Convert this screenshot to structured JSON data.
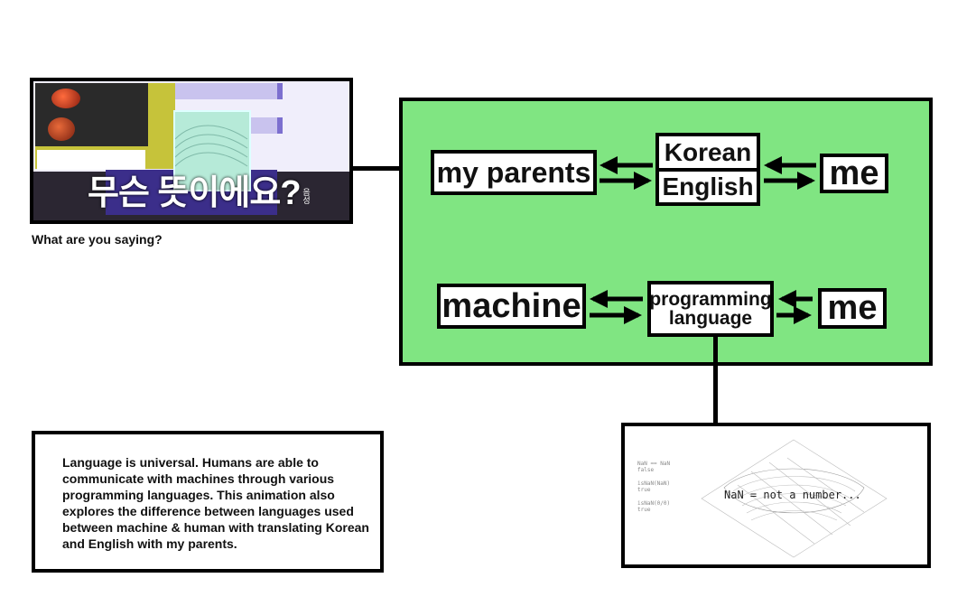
{
  "thumbnail": {
    "korean_text": "무슨 뜻이에요?",
    "korean_small": "음성"
  },
  "caption": "What are you saying?",
  "diagram": {
    "row1": {
      "left": "my parents",
      "middle_top": "Korean",
      "middle_bottom": "English",
      "right": "me"
    },
    "row2": {
      "left": "machine",
      "middle_line1": "programming",
      "middle_line2": "language",
      "right": "me"
    }
  },
  "nan_panel": {
    "code1": "NaN == NaN\nfalse",
    "code2": "isNaN(NaN)\ntrue",
    "code3": "isNaN(0/0)\ntrue",
    "label": "NaN = not a number..."
  },
  "description": "Language is universal. Humans are able to communicate with machines through various programming languages. This animation also explores the difference between languages used between machine & human with translating Korean and English with my parents.",
  "colors": {
    "panel_green": "#80e582",
    "border": "#000000"
  }
}
